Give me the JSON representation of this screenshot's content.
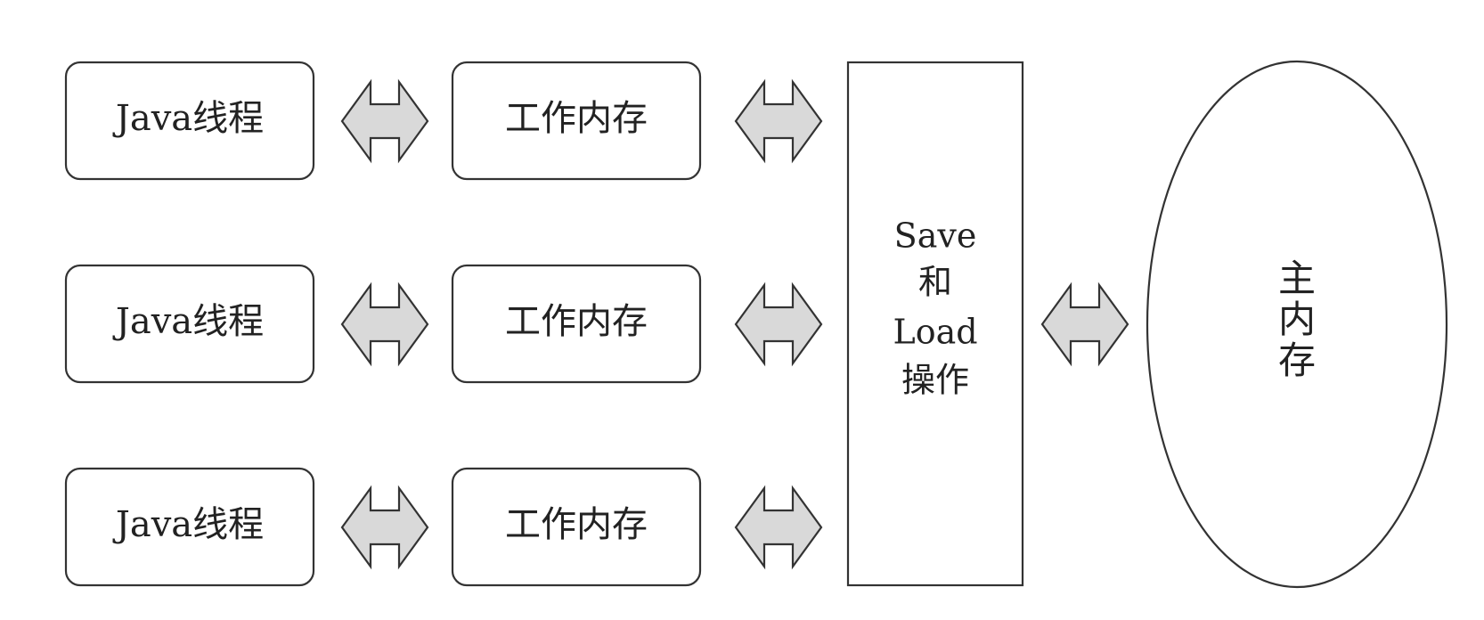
{
  "colors": {
    "arrow_fill": "#d9d9d9",
    "stroke": "#333333",
    "box_fill": "#ffffff"
  },
  "rows": [
    {
      "thread_label": "Java线程",
      "memory_label": "工作内存"
    },
    {
      "thread_label": "Java线程",
      "memory_label": "工作内存"
    },
    {
      "thread_label": "Java线程",
      "memory_label": "工作内存"
    }
  ],
  "middle": {
    "lines": [
      "Save",
      "和",
      "Load",
      "操作"
    ]
  },
  "main_memory": {
    "lines": [
      "主",
      "内",
      "存"
    ]
  },
  "arrows": {
    "icon": "double-headed-arrow-icon"
  }
}
